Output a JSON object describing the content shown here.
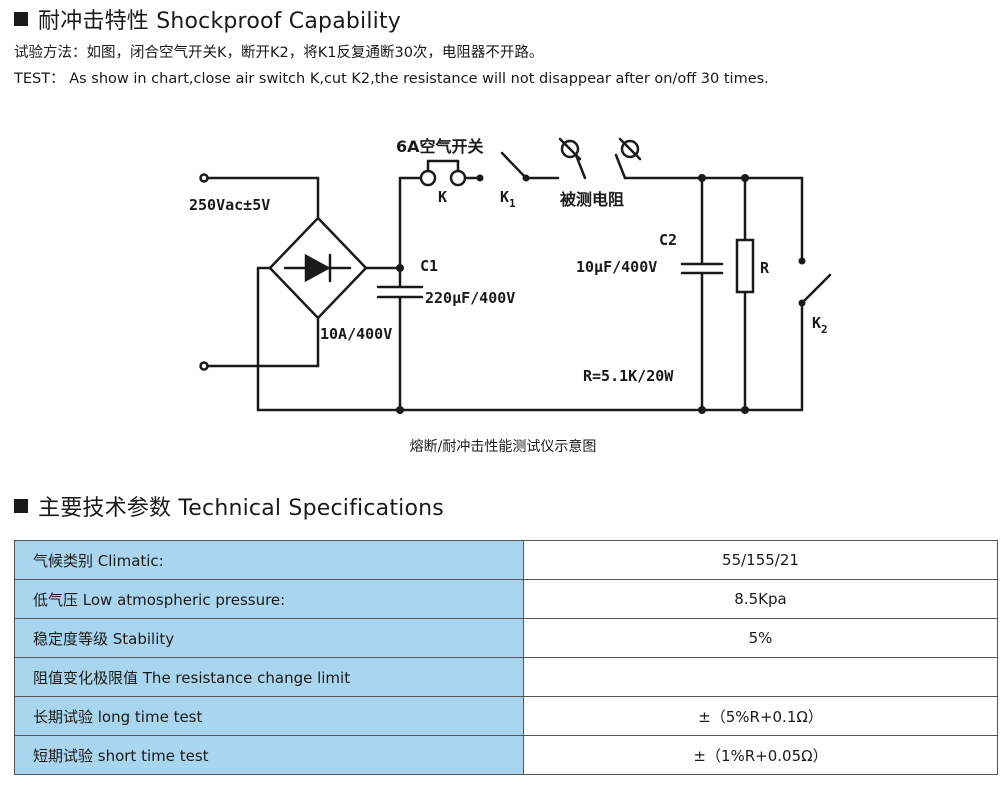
{
  "shockproof": {
    "title": "耐冲击特性 Shockproof Capability",
    "method_cn": "试验方法：如图，闭合空气开关K，断开K2，将K1反复通断30次，电阻器不开路。",
    "method_en": "TEST：  As show in chart,close air switch K,cut K2,the resistance will not disappear after on/off 30 times."
  },
  "diagram": {
    "air_switch": "6A空气开关",
    "k": "K",
    "k1": "K",
    "k1_sub": "1",
    "dut": "被测电阻",
    "c2": "C2",
    "c2_val": "10μF/400V",
    "source": "250Vac±5V",
    "c1": "C1",
    "c1_val": "220μF/400V",
    "bridge": "10A/400V",
    "r": "R",
    "k2": "K",
    "k2_sub": "2",
    "r_val": "R=5.1K/20W",
    "caption": "熔断/耐冲击性能测试仪示意图"
  },
  "specs": {
    "title": "主要技术参数 Technical Specifications",
    "rows": [
      {
        "label": "气候类别 Climatic:",
        "value": "55/155/21"
      },
      {
        "label": "低气压 Low atmospheric pressure:",
        "value": "8.5Kpa"
      },
      {
        "label": "稳定度等级 Stability",
        "value": "5%"
      },
      {
        "label": "阻值变化极限值 The resistance change limit",
        "value": ""
      },
      {
        "label": "长期试验 long time test",
        "value": "±（5%R+0.1Ω）"
      },
      {
        "label": "短期试验 short time test",
        "value": "±（1%R+0.05Ω）"
      }
    ]
  }
}
